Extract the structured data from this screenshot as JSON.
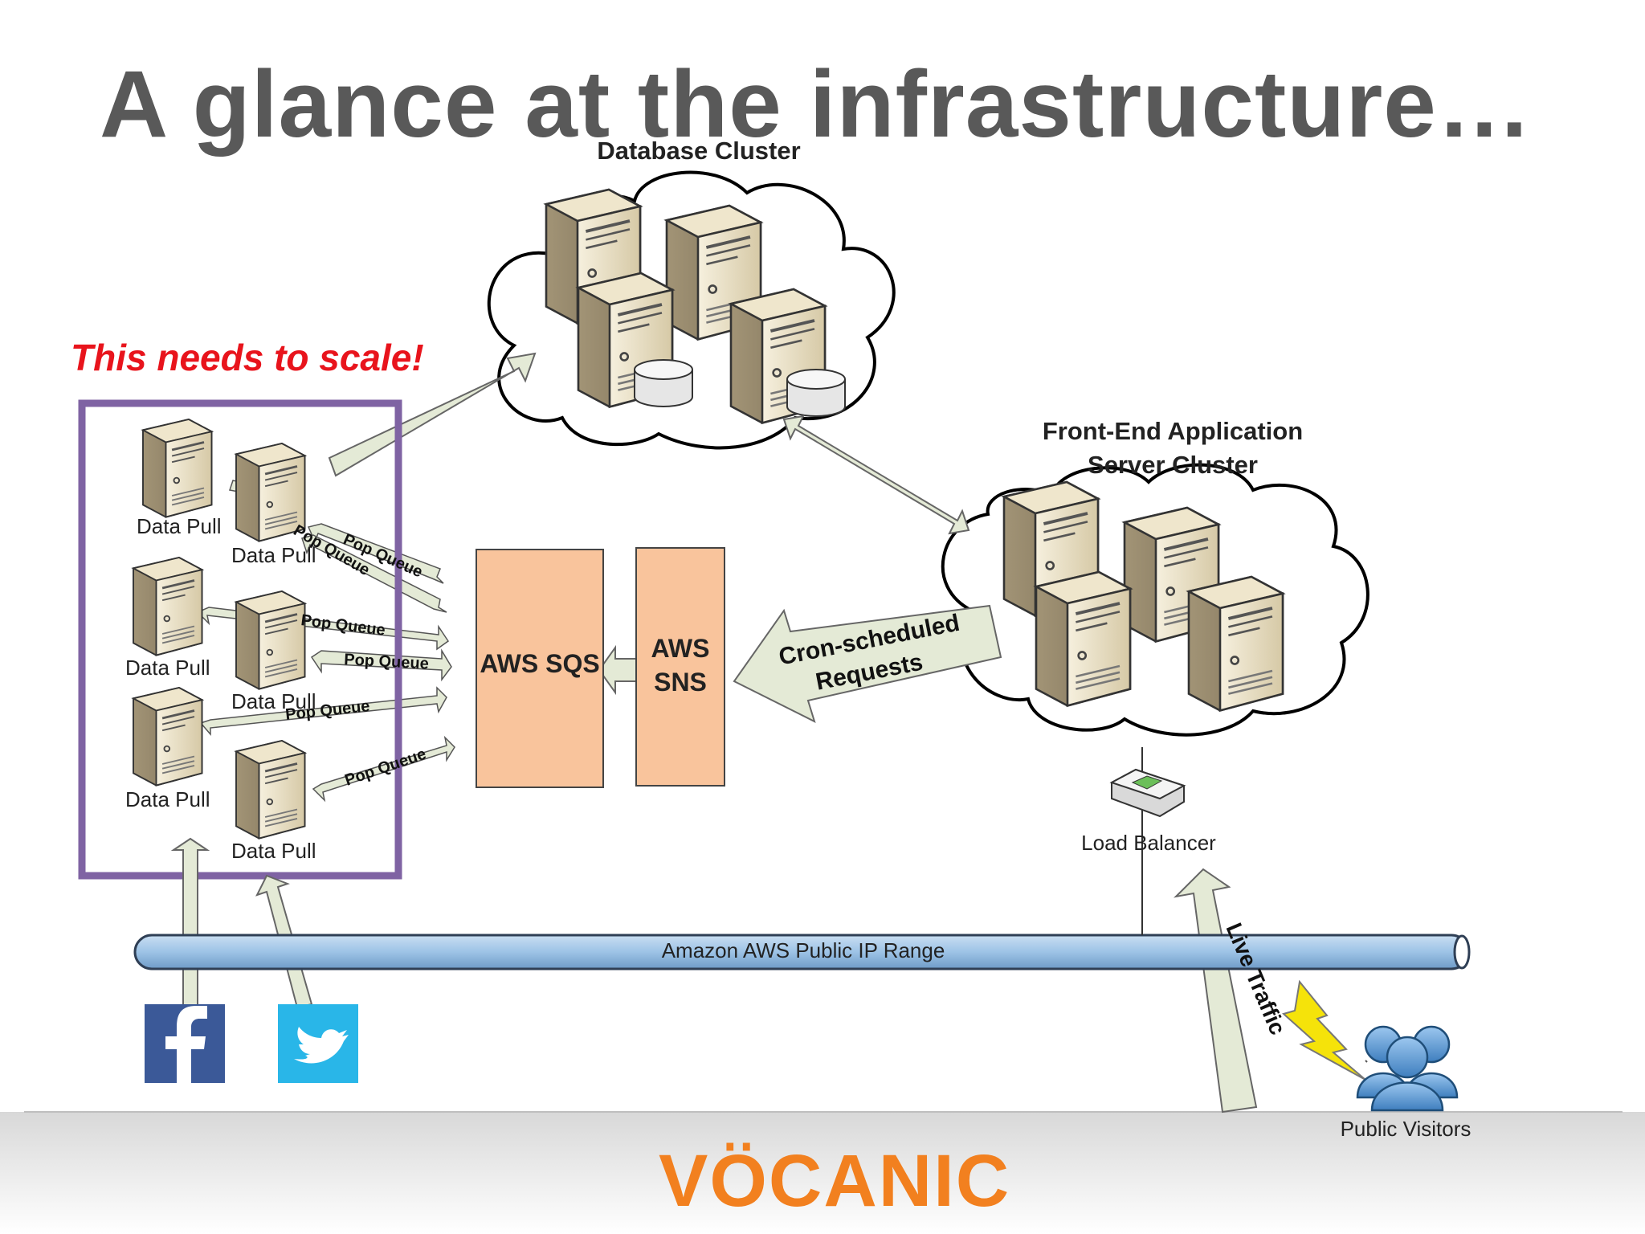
{
  "title": "A glance at the infrastructure…",
  "scale_note": "This needs to scale!",
  "database_cluster": {
    "label": "Database Cluster"
  },
  "frontend_cluster": {
    "label_line1": "Front-End Application",
    "label_line2": "Server Cluster"
  },
  "data_pull": {
    "label_1": "Data Pull",
    "label_2": "Data Pull",
    "label_3": "Data Pull",
    "label_4": "Data Pull",
    "label_5": "Data Pull",
    "label_6": "Data Pull"
  },
  "pop_queue": {
    "label_1": "Pop Queue",
    "label_2": "Pop Queue",
    "label_3": "Pop Queue",
    "label_4": "Pop Queue",
    "label_5": "Pop Queue",
    "label_6": "Pop Queue"
  },
  "aws_sqs": {
    "label": "AWS SQS"
  },
  "aws_sns": {
    "label_line1": "AWS",
    "label_line2": "SNS"
  },
  "cron_arrow": {
    "label_line1": "Cron-scheduled",
    "label_line2": "Requests"
  },
  "load_balancer": {
    "label": "Load Balancer"
  },
  "public_ip_range": {
    "label": "Amazon AWS Public IP Range"
  },
  "live_traffic": {
    "label": "Live Traffic"
  },
  "public_visitors": {
    "label": "Public Visitors"
  },
  "footer": {
    "logo_text": "VÖCANIC"
  },
  "icons": {
    "facebook": "facebook-icon",
    "twitter": "twitter-icon",
    "server": "server-icon",
    "users": "users-icon",
    "lightning": "lightning-icon",
    "router": "router-icon"
  },
  "colors": {
    "title": "#595959",
    "scale_note": "#e8141c",
    "scale_box": "#7f63a3",
    "aws_box_fill": "#f9c49c",
    "arrow_fill": "#e4ead6",
    "logo": "#f2801f",
    "ip_range": "#9dc3e6"
  }
}
